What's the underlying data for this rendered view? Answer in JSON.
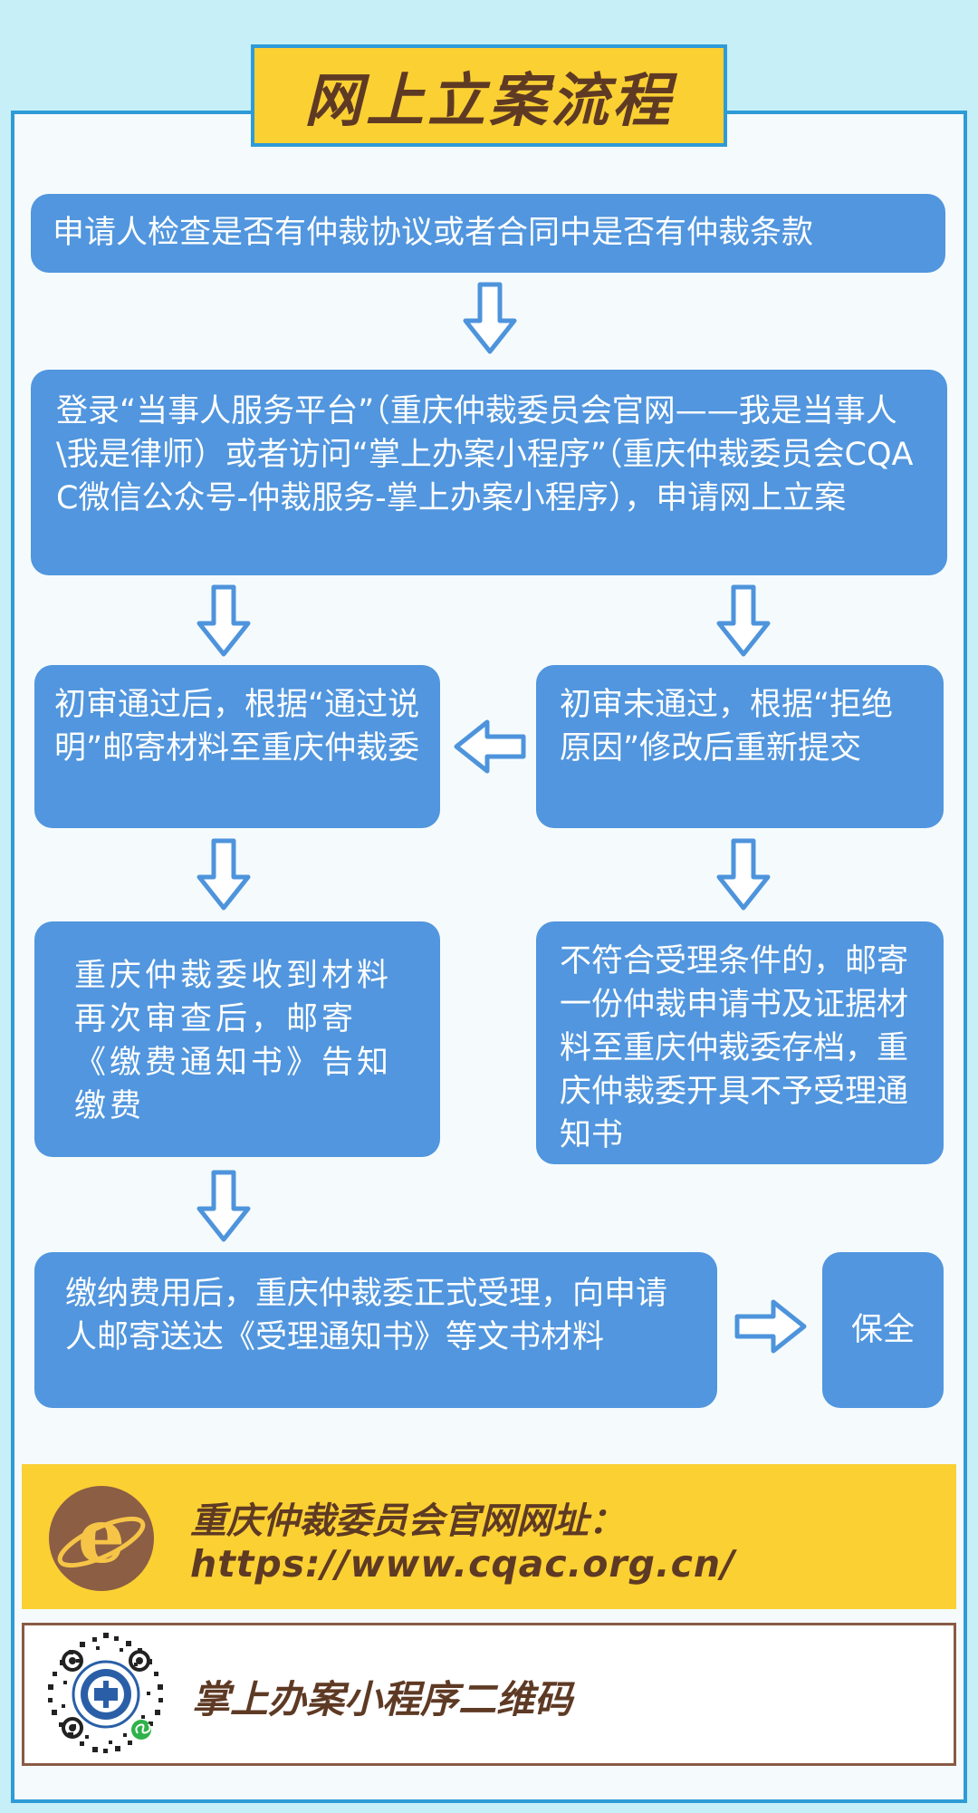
{
  "title": "网上立案流程",
  "steps": {
    "check": "申请人检查是否有仲裁协议或者合同中是否有仲裁条款",
    "login": "登录“当事人服务平台”（重庆仲裁委员会官网——我是当事人\\我是律师）或者访问“掌上办案小程序”（重庆仲裁委员会CQAC微信公众号-仲裁服务-掌上办案小程序），申请网上立案",
    "pass": "初审通过后，根据“通过说明”邮寄材料至重庆仲裁委",
    "fail": "初审未通过，根据“拒绝原因”修改后重新提交",
    "review": "重庆仲裁委收到材料再次审查后，邮寄《缴费通知书》告知缴费",
    "reject": "不符合受理条件的，邮寄一份仲裁申请书及证据材料至重庆仲裁委存档，重庆仲裁委开具不予受理通知书",
    "accept": "缴纳费用后，重庆仲裁委正式受理，向申请人邮寄送达《受理通知书》等文书材料",
    "preserve": "保全"
  },
  "website": {
    "label": "重庆仲裁委员会官网网址：",
    "url": "https://www.cqac.org.cn/",
    "icon": "ie-browser-icon"
  },
  "qr": {
    "label": "掌上办案小程序二维码",
    "icon": "mini-program-qr-code"
  },
  "colors": {
    "background": "#c6eff7",
    "panel": "#f5fbfd",
    "border": "#2f9bd6",
    "box": "#5196de",
    "accent": "#fbd033",
    "text_brown": "#5e3a24",
    "arrow": "#4e94dc"
  }
}
